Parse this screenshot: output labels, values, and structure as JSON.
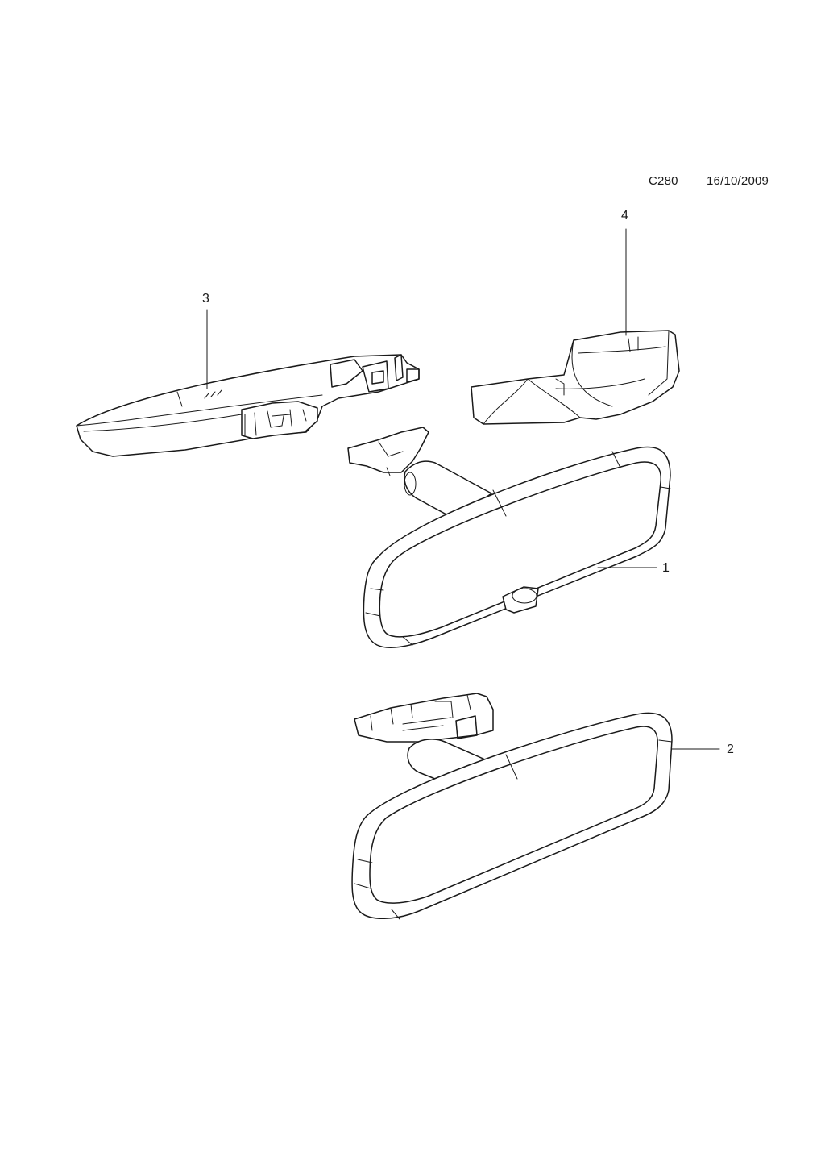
{
  "header": {
    "code": "C280",
    "date": "16/10/2009"
  },
  "callouts": [
    {
      "id": "1",
      "label": "1"
    },
    {
      "id": "2",
      "label": "2"
    },
    {
      "id": "3",
      "label": "3"
    },
    {
      "id": "4",
      "label": "4"
    }
  ]
}
